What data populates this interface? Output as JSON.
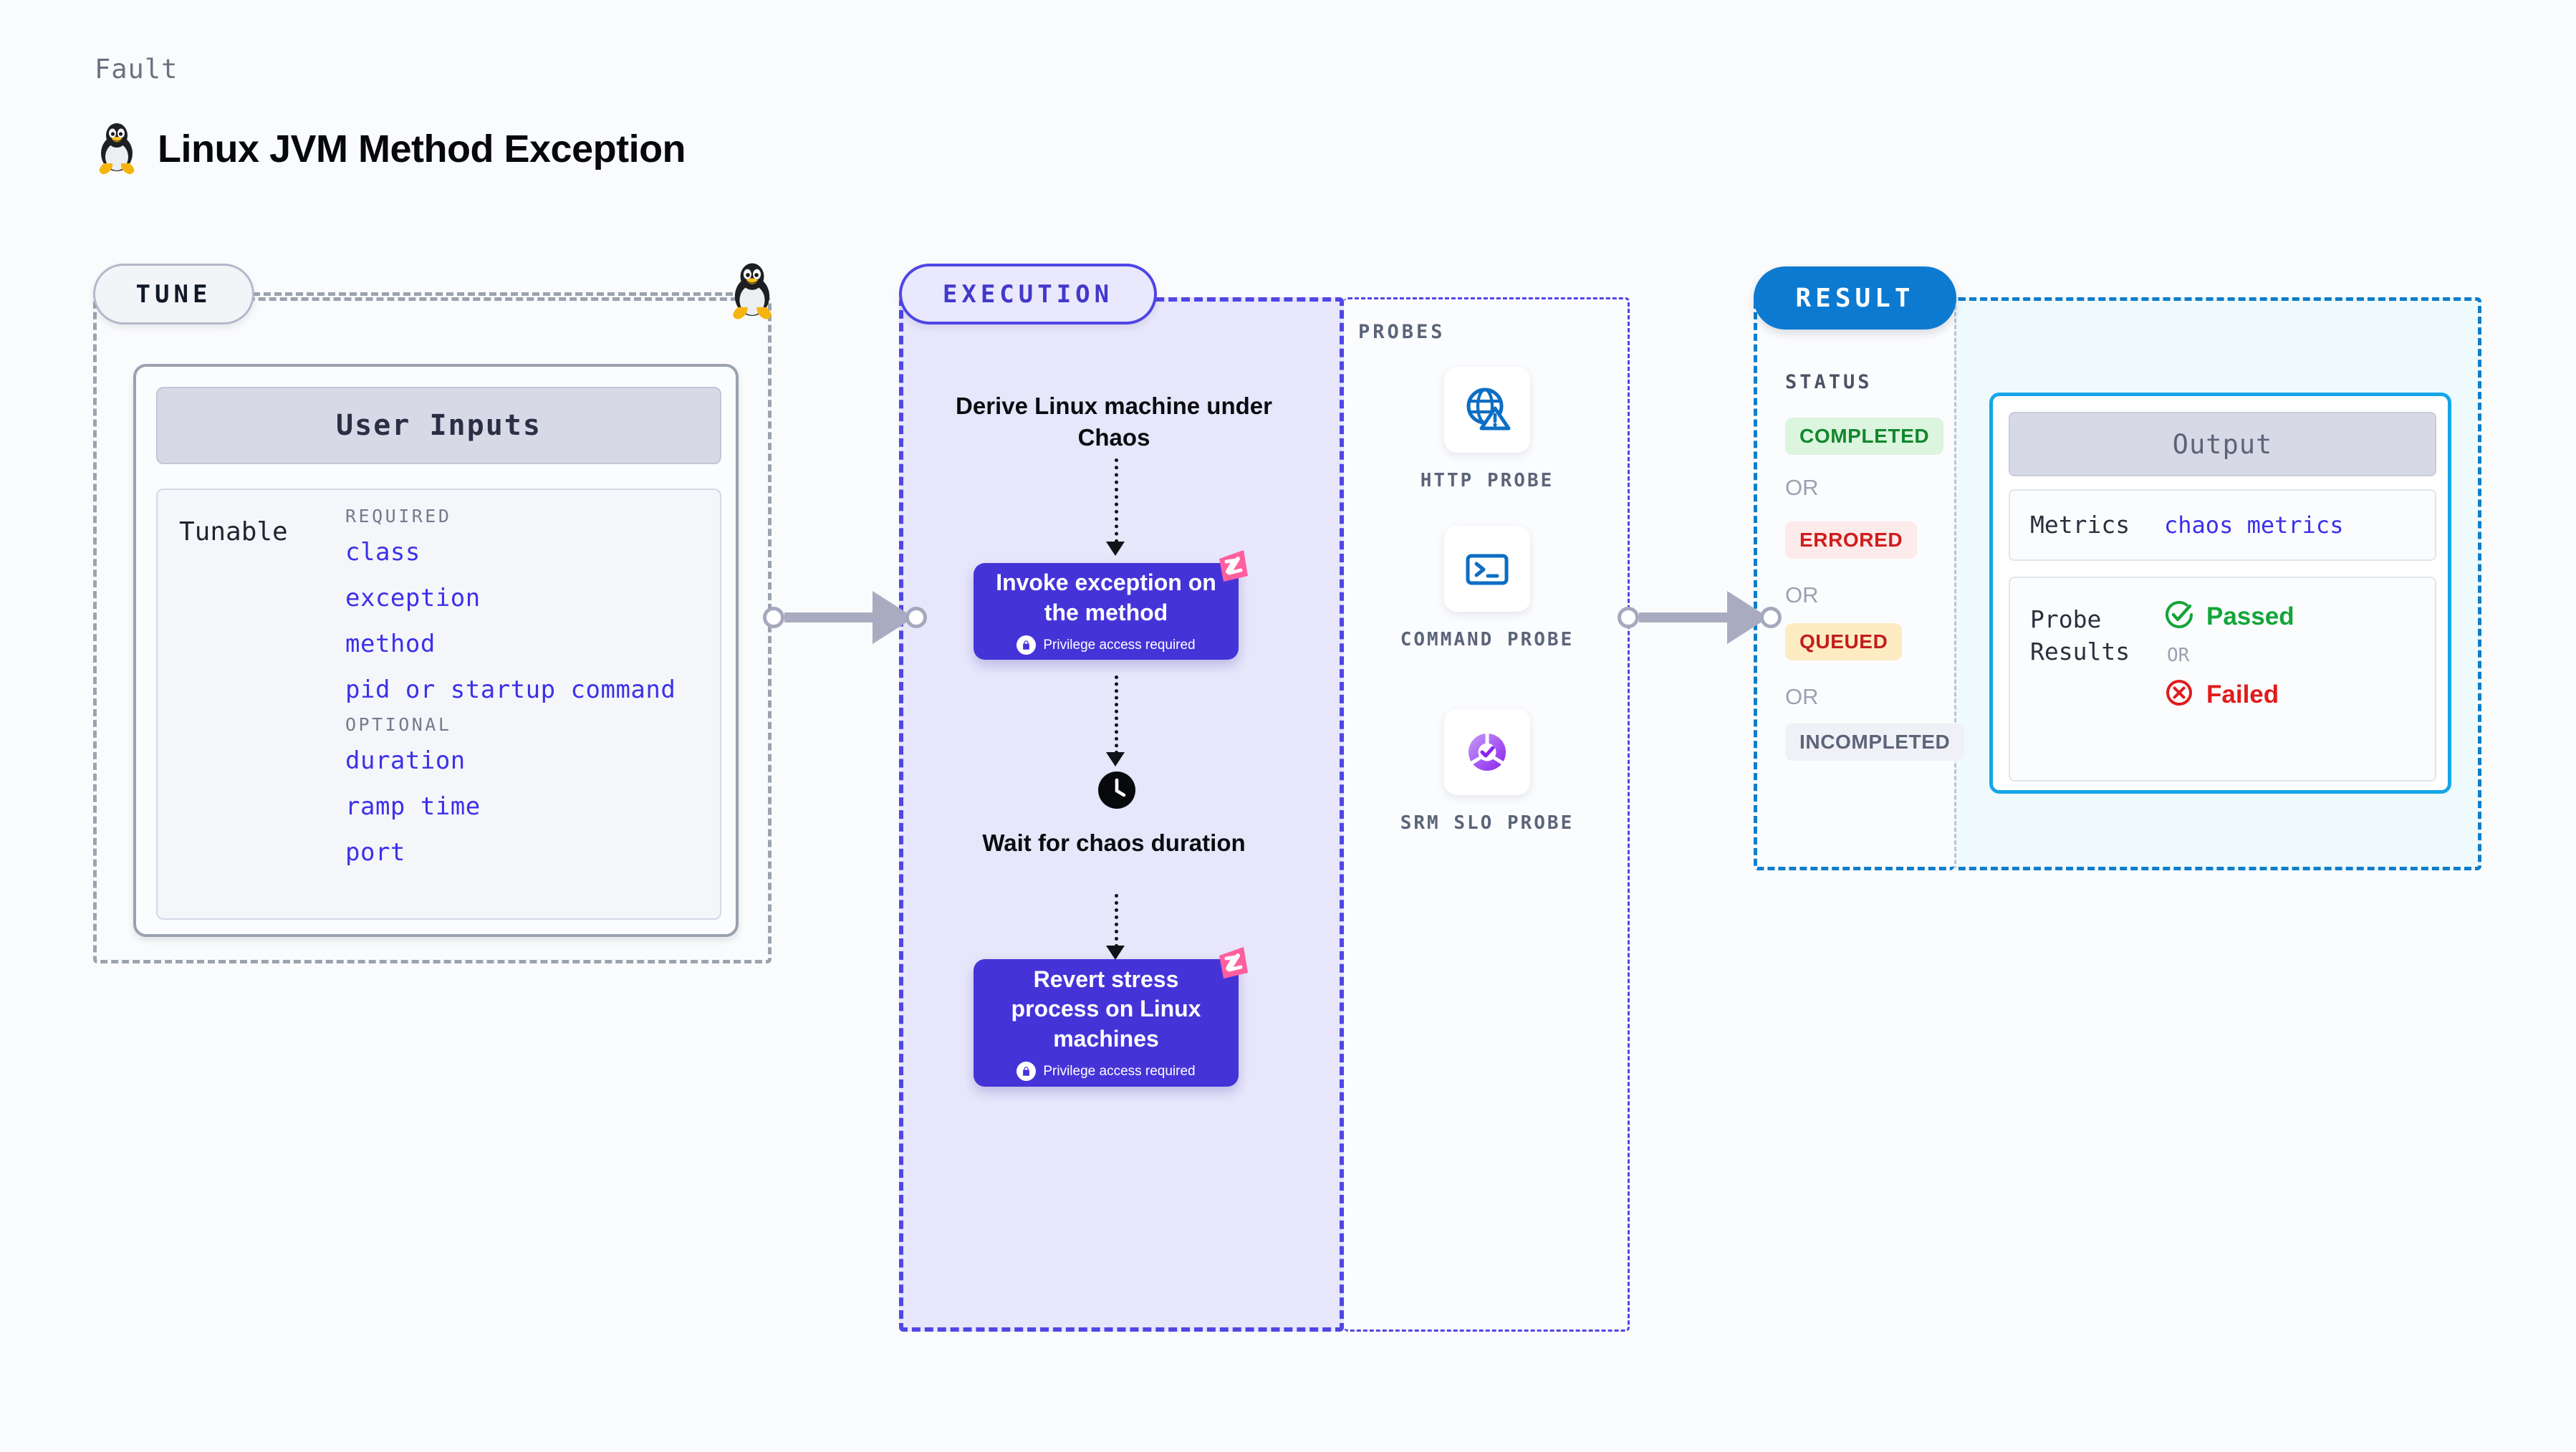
{
  "header": {
    "eyebrow": "Fault",
    "title": "Linux JVM Method Exception",
    "icon": "linux-tux-icon"
  },
  "tune": {
    "pill_label": "TUNE",
    "card_title": "User Inputs",
    "tunable_label": "Tunable",
    "groups": [
      {
        "label": "REQUIRED",
        "params": [
          "class",
          "exception",
          "method",
          "pid or startup command"
        ]
      },
      {
        "label": "OPTIONAL",
        "params": [
          "duration",
          "ramp time",
          "port"
        ]
      }
    ]
  },
  "execution": {
    "pill_label": "EXECUTION",
    "steps": [
      {
        "kind": "text",
        "label": "Derive Linux machine under Chaos"
      },
      {
        "kind": "card",
        "label": "Invoke exception on the method",
        "privilege": "Privilege access required",
        "badge": "harness-logo-icon"
      },
      {
        "kind": "timer",
        "label": "Wait for chaos duration",
        "icon": "clock-icon"
      },
      {
        "kind": "card",
        "label": "Revert stress process on Linux machines",
        "privilege": "Privilege access required",
        "badge": "harness-logo-icon"
      }
    ]
  },
  "probes": {
    "title": "PROBES",
    "items": [
      {
        "label": "HTTP PROBE",
        "icon": "globe-warning-icon"
      },
      {
        "label": "COMMAND PROBE",
        "icon": "terminal-icon"
      },
      {
        "label": "SRM SLO PROBE",
        "icon": "srm-slo-donut-icon"
      }
    ]
  },
  "result": {
    "pill_label": "RESULT",
    "status_title": "STATUS",
    "or_label": "OR",
    "statuses": [
      {
        "label": "COMPLETED",
        "color": "#12872c",
        "bg": "#dcf5df"
      },
      {
        "label": "ERRORED",
        "color": "#cf1d1d",
        "bg": "#fdeaea"
      },
      {
        "label": "QUEUED",
        "color": "#c21d1d",
        "bg": "#fdecc2"
      },
      {
        "label": "INCOMPLETED",
        "color": "#5b6479",
        "bg": "#f0f1f6"
      }
    ],
    "output": {
      "title": "Output",
      "metrics_key": "Metrics",
      "metrics_value": "chaos metrics",
      "probe_key": "Probe Results",
      "passed_label": "Passed",
      "or_label": "OR",
      "failed_label": "Failed"
    }
  },
  "colors": {
    "page_bg": "#fafbfc",
    "execution_accent": "#4f46e5",
    "execution_fill": "#e7e6fb",
    "result_accent": "#0f7dcc",
    "output_fill": "#effafd",
    "purple_card": "#4434d8",
    "param_blue": "#3c31e8",
    "harness_pink": "#ff5f9e",
    "tune_gray": "#9ca3af"
  }
}
